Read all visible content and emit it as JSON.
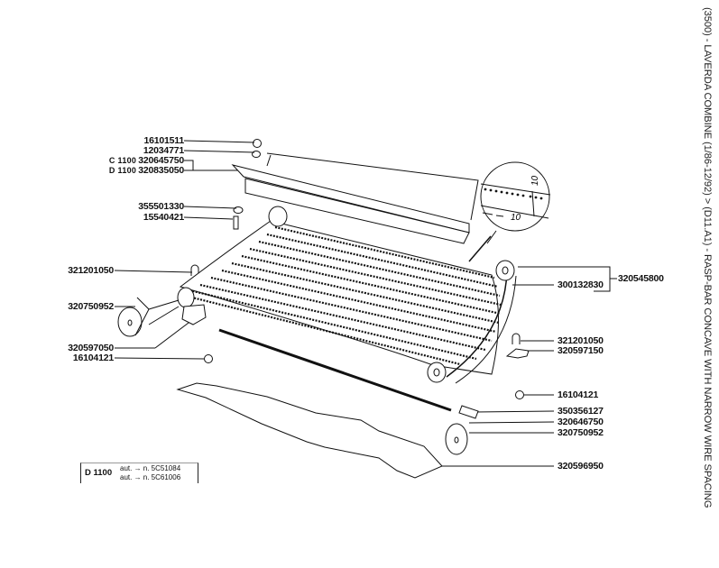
{
  "title": "(3500) - LAVERDA COMBINE (1/86-12/92) > (D11.A1) - RASP-BAR CONCAVE WITH NARROW WIRE SPACING",
  "detail_view": {
    "dimension_horizontal": "10",
    "dimension_vertical": "10"
  },
  "labels_left": [
    {
      "part": "16101511"
    },
    {
      "part": "12034771"
    },
    {
      "prefix": "C 1100",
      "part": "320645750"
    },
    {
      "prefix": "D 1100",
      "part": "320835050"
    },
    {
      "part": "355501330"
    },
    {
      "part": "15540421"
    },
    {
      "part": "321201050"
    },
    {
      "part": "320750952"
    },
    {
      "part": "320597050"
    },
    {
      "part": "16104121"
    }
  ],
  "labels_right": [
    {
      "part": "320545800"
    },
    {
      "part": "300132830"
    },
    {
      "part": "321201050"
    },
    {
      "part": "320597150"
    },
    {
      "part": "16104121"
    },
    {
      "part": "350356127"
    },
    {
      "part": "320646750"
    },
    {
      "part": "320750952"
    },
    {
      "part": "320596950"
    }
  ],
  "note": {
    "model": "D 1100",
    "lines": [
      "aut. → n. 5C51084",
      "aut. → n. 5C61006"
    ]
  }
}
